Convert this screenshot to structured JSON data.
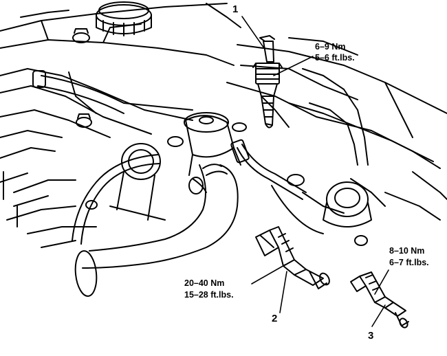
{
  "callouts": {
    "one": {
      "number": "1",
      "torque_nm": "6–9 Nm",
      "torque_ftlb": "5–6 ft.lbs."
    },
    "two": {
      "number": "2",
      "torque_nm": "20–40 Nm",
      "torque_ftlb": "15–28 ft.lbs."
    },
    "three": {
      "number": "3",
      "torque_nm": "8–10 Nm",
      "torque_ftlb": "6–7 ft.lbs."
    }
  },
  "colors": {
    "ink": "#000000",
    "paper": "#ffffff"
  }
}
